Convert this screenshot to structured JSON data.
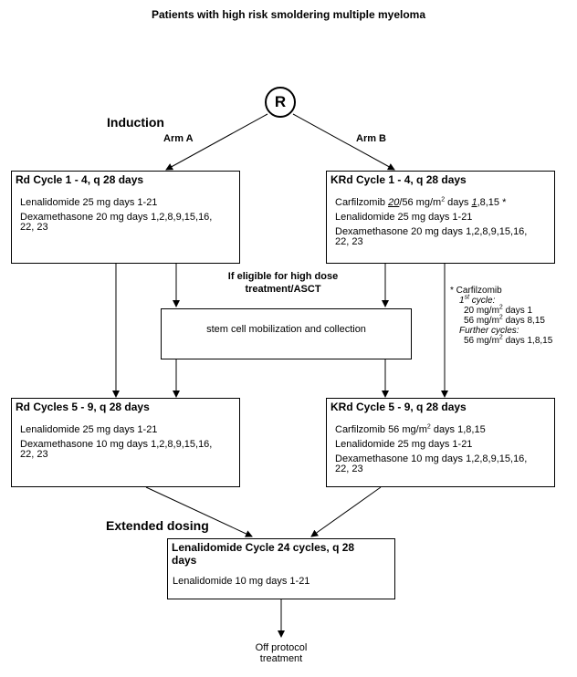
{
  "title": "Patients with high risk smoldering multiple myeloma",
  "randomize": "R",
  "induction": "Induction",
  "arm_a": "Arm A",
  "arm_b": "Arm B",
  "eligible": "If eligible for high dose treatment/ASCT",
  "extended": "Extended dosing",
  "box_a1": {
    "header": "Rd Cycle 1 - 4, q 28 days",
    "line1": "Lenalidomide 25 mg days 1-21",
    "line2a": "Dexamethasone 20 mg days 1,2,8,9,15,16,",
    "line2b": "22, 23"
  },
  "box_b1": {
    "header": "KRd Cycle 1 - 4, q 28 days",
    "carf_prefix": "Carfilzomib ",
    "carf_u1": "20",
    "carf_mid": "/56 mg/m",
    "carf_sup": "2",
    "carf_days": " days ",
    "carf_u2": "1",
    "carf_end": ",8,15 *",
    "line2": "Lenalidomide 25 mg days 1-21",
    "line3a": "Dexamethasone 20 mg days 1,2,8,9,15,16,",
    "line3b": "22, 23"
  },
  "stem": "stem cell mobilization and collection",
  "note": {
    "head": "* Carfilzomib",
    "first_num": "1",
    "first_sup": "st",
    "first_rest": " cycle:",
    "f1_a": "20 mg/m",
    "f1_sup": "2",
    "f1_b": " days 1",
    "f2_a": "56 mg/m",
    "f2_sup": "2",
    "f2_b": " days 8,15",
    "further": "Further cycles:",
    "f3_a": "56 mg/m",
    "f3_sup": "2",
    "f3_b": " days 1,8,15"
  },
  "box_a2": {
    "header": "Rd Cycles 5 - 9, q 28 days",
    "line1": "Lenalidomide 25 mg days 1-21",
    "line2a": "Dexamethasone 10 mg days 1,2,8,9,15,16,",
    "line2b": "22, 23"
  },
  "box_b2": {
    "header": "KRd Cycle 5 - 9, q 28 days",
    "carf_a": "Carfilzomib 56 mg/m",
    "carf_sup": "2",
    "carf_b": " days 1,8,15",
    "line2": "Lenalidomide 25 mg days 1-21",
    "line3a": "Dexamethasone 10 mg days 1,2,8,9,15,16,",
    "line3b": "22, 23"
  },
  "box_len": {
    "header1": "Lenalidomide Cycle 24 cycles, q 28",
    "header2": "days",
    "line1": "Lenalidomide 10 mg days 1-21"
  },
  "off1": "Off protocol",
  "off2": "treatment"
}
